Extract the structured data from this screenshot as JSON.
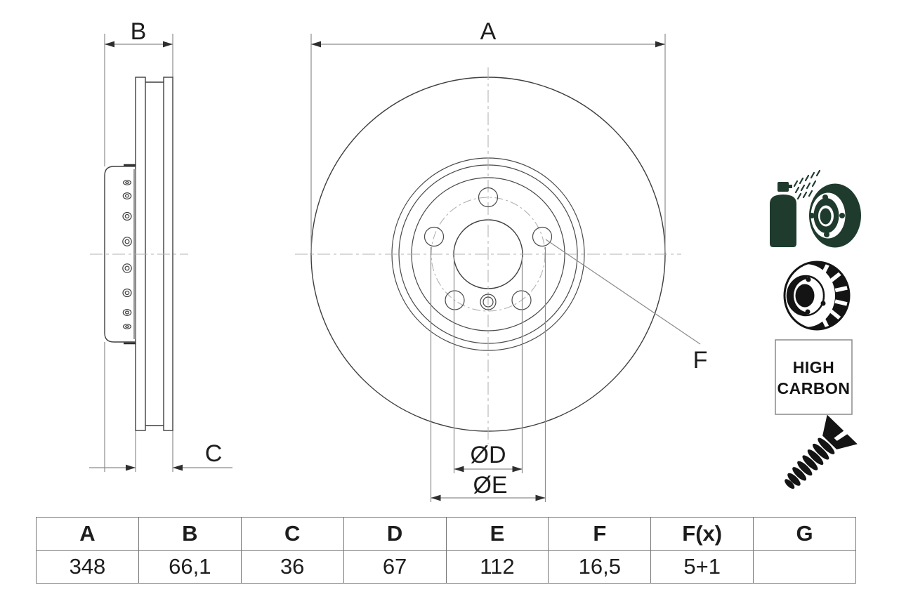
{
  "drawing": {
    "labels": {
      "a": "A",
      "b": "B",
      "c": "C",
      "d": "ØD",
      "e": "ØE",
      "f": "F"
    }
  },
  "badges": {
    "high_carbon_line1": "HIGH",
    "high_carbon_line2": "CARBON"
  },
  "icons": {
    "coated_disc_spray": "spray-can-coating-on-brake-disc",
    "vented_disc": "internally-vented-brake-disc",
    "high_carbon": "high-carbon-label",
    "screw": "countersunk-set-screw"
  },
  "table": {
    "headers": [
      "A",
      "B",
      "C",
      "D",
      "E",
      "F",
      "F(x)",
      "G"
    ],
    "values": [
      "348",
      "66,1",
      "36",
      "67",
      "112",
      "16,5",
      "5+1",
      ""
    ]
  },
  "colors": {
    "background": "#ffffff",
    "outline": "#3f3f3f",
    "dimension_gray": "#8c8c8c",
    "centerline_gray": "#b3b3b3",
    "coated_green": "#1f3b2d",
    "icon_black": "#141414",
    "table_border": "#777777",
    "text": "#1d1d1d"
  }
}
